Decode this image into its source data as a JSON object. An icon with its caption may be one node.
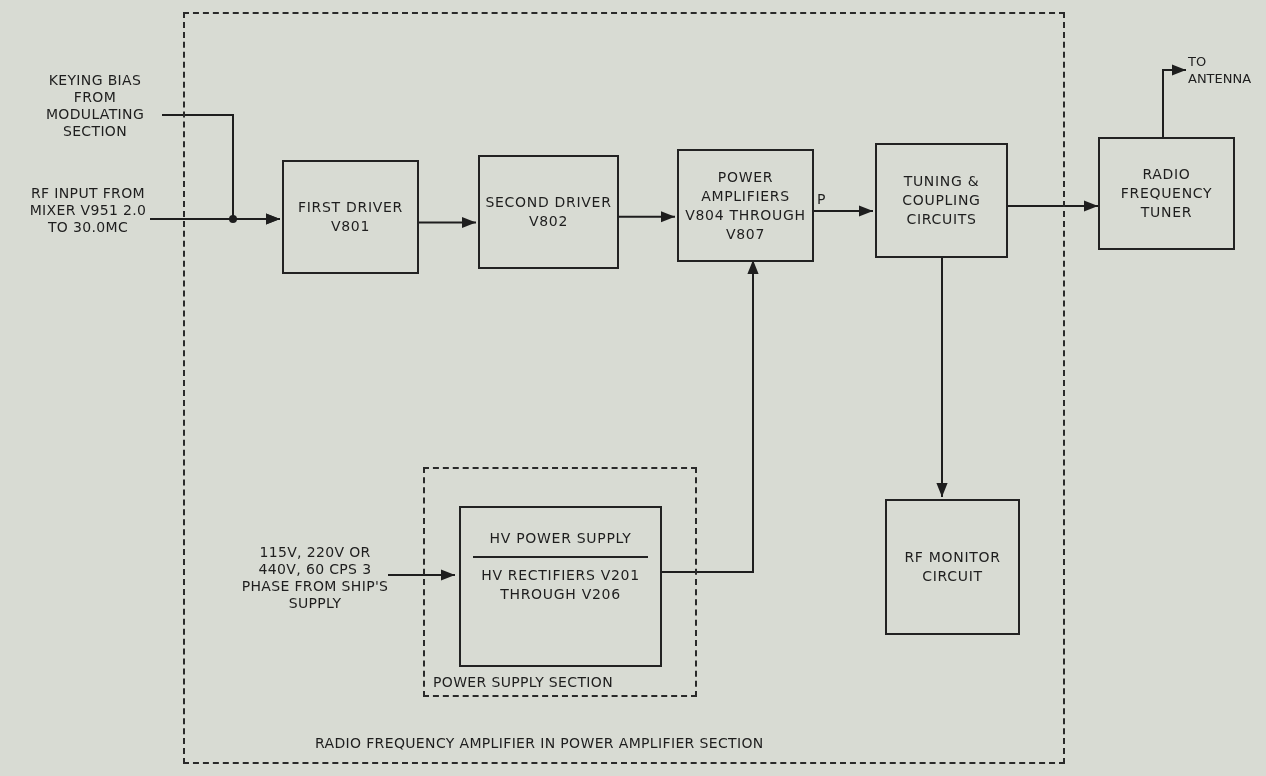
{
  "diagram": {
    "nodes": [
      {
        "text": [
          "RADIO FREQUENCY AMPLIFIER IN POWER AMPLIFIER SECTION"
        ]
      },
      {
        "text": [
          "KEYING BIAS FROM MODULATING SECTION"
        ]
      },
      {
        "text": [
          "RF INPUT FROM MIXER V951 2.0 TO 30.0MC"
        ]
      },
      {
        "text": [
          "FIRST DRIVER V801"
        ],
        "in": 0
      },
      {
        "text": [
          "SECOND DRIVER V802"
        ],
        "in": 0
      },
      {
        "text": [
          "POWER AMPLIFIERS V804 THROUGH V807"
        ],
        "in": 0
      },
      {
        "text": [
          "TUNING & COUPLING CIRCUITS"
        ],
        "in": 0
      },
      {
        "text": [
          "RADIO FREQUENCY TUNER"
        ]
      },
      {
        "text": [
          "TO ANTENNA"
        ]
      },
      {
        "text": [
          "POWER SUPPLY SECTION"
        ],
        "in": 0
      },
      {
        "text": [
          "HV POWER SUPPLY",
          "HV RECTIFIERS V201 THROUGH V206"
        ],
        "in": 9
      },
      {
        "text": [
          "RF MONITOR CIRCUIT"
        ],
        "in": 0
      },
      {
        "text": [
          "115V, 220V OR 440V, 60 CPS 3 PHASE FROM SHIP'S SUPPLY"
        ],
        "in": 0
      }
    ],
    "edges": [
      {
        "from": 1,
        "to": 3,
        "arrow": "to"
      },
      {
        "from": 2,
        "to": 3,
        "arrow": "to"
      },
      {
        "from": 3,
        "to": 4,
        "arrow": "to"
      },
      {
        "from": 4,
        "to": 5,
        "arrow": "to"
      },
      {
        "from": 5,
        "to": 6,
        "arrow": "to",
        "label": "P"
      },
      {
        "from": 6,
        "to": 7,
        "arrow": "to"
      },
      {
        "from": 7,
        "to": 8,
        "arrow": "to"
      },
      {
        "from": 6,
        "to": 11,
        "arrow": "to"
      },
      {
        "from": 12,
        "to": 10,
        "arrow": "to"
      },
      {
        "from": 10,
        "to": 5,
        "arrow": "to"
      }
    ]
  }
}
